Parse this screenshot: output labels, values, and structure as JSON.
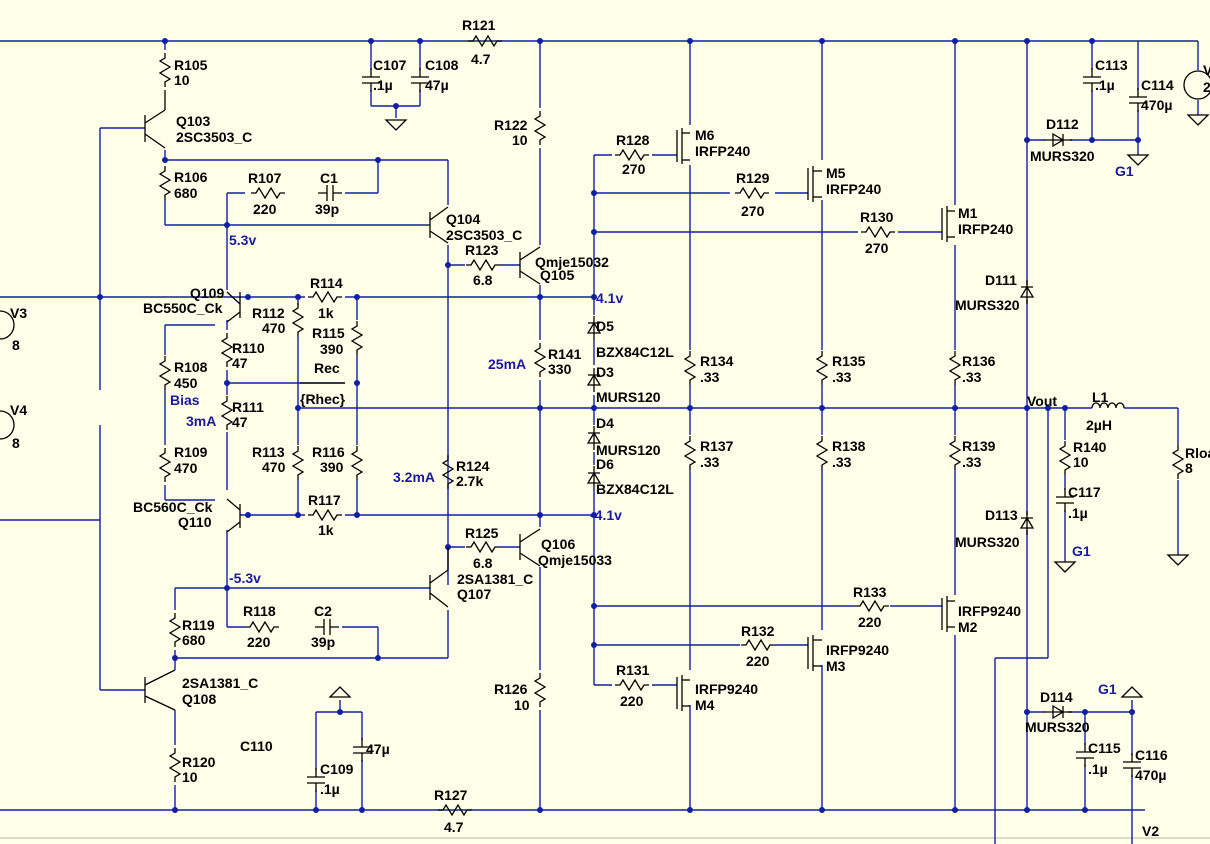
{
  "components": {
    "R121": {
      "ref": "R121",
      "value": "4.7"
    },
    "R105": {
      "ref": "R105",
      "value": "10"
    },
    "C107": {
      "ref": "C107",
      "value": ".1µ"
    },
    "C108": {
      "ref": "C108",
      "value": "47µ"
    },
    "R122": {
      "ref": "R122",
      "value": "10"
    },
    "Q103": {
      "ref": "Q103",
      "value": "2SC3503_C"
    },
    "R106": {
      "ref": "R106",
      "value": "680"
    },
    "R107": {
      "ref": "R107",
      "value": "220"
    },
    "C1": {
      "ref": "C1",
      "value": "39p"
    },
    "Q104": {
      "ref": "Q104",
      "value": "2SC3503_C"
    },
    "R123": {
      "ref": "R123",
      "value": "6.8"
    },
    "Q105": {
      "ref": "Q105",
      "value": "Qmje15032"
    },
    "Q109": {
      "ref": "Q109",
      "value": "BC550C_Ck"
    },
    "R112": {
      "ref": "R112",
      "value": "470"
    },
    "R114": {
      "ref": "R114",
      "value": "1k"
    },
    "R115": {
      "ref": "R115",
      "value": "390"
    },
    "R110": {
      "ref": "R110",
      "value": "47"
    },
    "R108": {
      "ref": "R108",
      "value": "450"
    },
    "Rec": {
      "ref": "Rec",
      "value": "{Rhec}"
    },
    "R111": {
      "ref": "R111",
      "value": "47"
    },
    "R109": {
      "ref": "R109",
      "value": "470"
    },
    "R113": {
      "ref": "R113",
      "value": "470"
    },
    "R116": {
      "ref": "R116",
      "value": "390"
    },
    "R124": {
      "ref": "R124",
      "value": "2.7k"
    },
    "Q110": {
      "ref": "Q110",
      "value": "BC560C_Ck"
    },
    "R117": {
      "ref": "R117",
      "value": "1k"
    },
    "R125": {
      "ref": "R125",
      "value": "6.8"
    },
    "Q106": {
      "ref": "Q106",
      "value": "Qmje15033"
    },
    "Q107": {
      "ref": "Q107",
      "value": "2SA1381_C"
    },
    "R119": {
      "ref": "R119",
      "value": "680"
    },
    "R118": {
      "ref": "R118",
      "value": "220"
    },
    "C2": {
      "ref": "C2",
      "value": "39p"
    },
    "Q108": {
      "ref": "Q108",
      "value": "2SA1381_C"
    },
    "C110": {
      "ref": "C110",
      "value": "47µ"
    },
    "C109": {
      "ref": "C109",
      "value": ".1µ"
    },
    "R120": {
      "ref": "R120",
      "value": "10"
    },
    "R126": {
      "ref": "R126",
      "value": "10"
    },
    "R127": {
      "ref": "R127",
      "value": "4.7"
    },
    "R141": {
      "ref": "R141",
      "value": "330"
    },
    "D5": {
      "ref": "D5",
      "value": "BZX84C12L"
    },
    "D3": {
      "ref": "D3",
      "value": "MURS120"
    },
    "D4": {
      "ref": "D4",
      "value": "MURS120"
    },
    "D6": {
      "ref": "D6",
      "value": "BZX84C12L"
    },
    "R128": {
      "ref": "R128",
      "value": "270"
    },
    "M6": {
      "ref": "M6",
      "value": "IRFP240"
    },
    "R129": {
      "ref": "R129",
      "value": "270"
    },
    "M5": {
      "ref": "M5",
      "value": "IRFP240"
    },
    "R130": {
      "ref": "R130",
      "value": "270"
    },
    "M1": {
      "ref": "M1",
      "value": "IRFP240"
    },
    "R134": {
      "ref": "R134",
      "value": ".33"
    },
    "R135": {
      "ref": "R135",
      "value": ".33"
    },
    "R136": {
      "ref": "R136",
      "value": ".33"
    },
    "R137": {
      "ref": "R137",
      "value": ".33"
    },
    "R138": {
      "ref": "R138",
      "value": ".33"
    },
    "R139": {
      "ref": "R139",
      "value": ".33"
    },
    "R133": {
      "ref": "R133",
      "value": "220"
    },
    "M2": {
      "ref": "M2",
      "value": "IRFP9240"
    },
    "R132": {
      "ref": "R132",
      "value": "220"
    },
    "M3": {
      "ref": "M3",
      "value": "IRFP9240"
    },
    "R131": {
      "ref": "R131",
      "value": "220"
    },
    "M4": {
      "ref": "M4",
      "value": "IRFP9240"
    },
    "D111": {
      "ref": "D111",
      "value": "MURS320"
    },
    "D113": {
      "ref": "D113",
      "value": "MURS320"
    },
    "D112": {
      "ref": "D112",
      "value": "MURS320"
    },
    "D114": {
      "ref": "D114",
      "value": "MURS320"
    },
    "C113": {
      "ref": "C113",
      "value": ".1µ"
    },
    "C114": {
      "ref": "C114",
      "value": "470µ"
    },
    "C115": {
      "ref": "C115",
      "value": ".1µ"
    },
    "C116": {
      "ref": "C116",
      "value": "470µ"
    },
    "L1": {
      "ref": "L1",
      "value": "2µH"
    },
    "R140": {
      "ref": "R140",
      "value": "10"
    },
    "C117": {
      "ref": "C117",
      "value": ".1µ"
    },
    "Rload": {
      "ref": "Rloa",
      "value": "8"
    },
    "V3": {
      "ref": "V3",
      "value": "8"
    },
    "V4": {
      "ref": "V4",
      "value": "8"
    },
    "V1": {
      "ref": "V",
      "value": "2"
    },
    "V2": {
      "ref": "V2"
    }
  },
  "nets": {
    "v_pos53": "5.3v",
    "v_neg53": "-5.3v",
    "v_pos41": "4.1v",
    "v_neg41": "-4.1v",
    "bias": "Bias",
    "i_3ma": "3mA",
    "i_32ma": "3.2mA",
    "i_25ma": "25mA",
    "vout": "Vout",
    "g1_a": "G1",
    "g1_b": "G1",
    "g1_c": "G1"
  },
  "colors": {
    "background": "#fffee8",
    "wire": "#1020a0",
    "component": "#000000",
    "net_label": "#1a1aa0"
  }
}
